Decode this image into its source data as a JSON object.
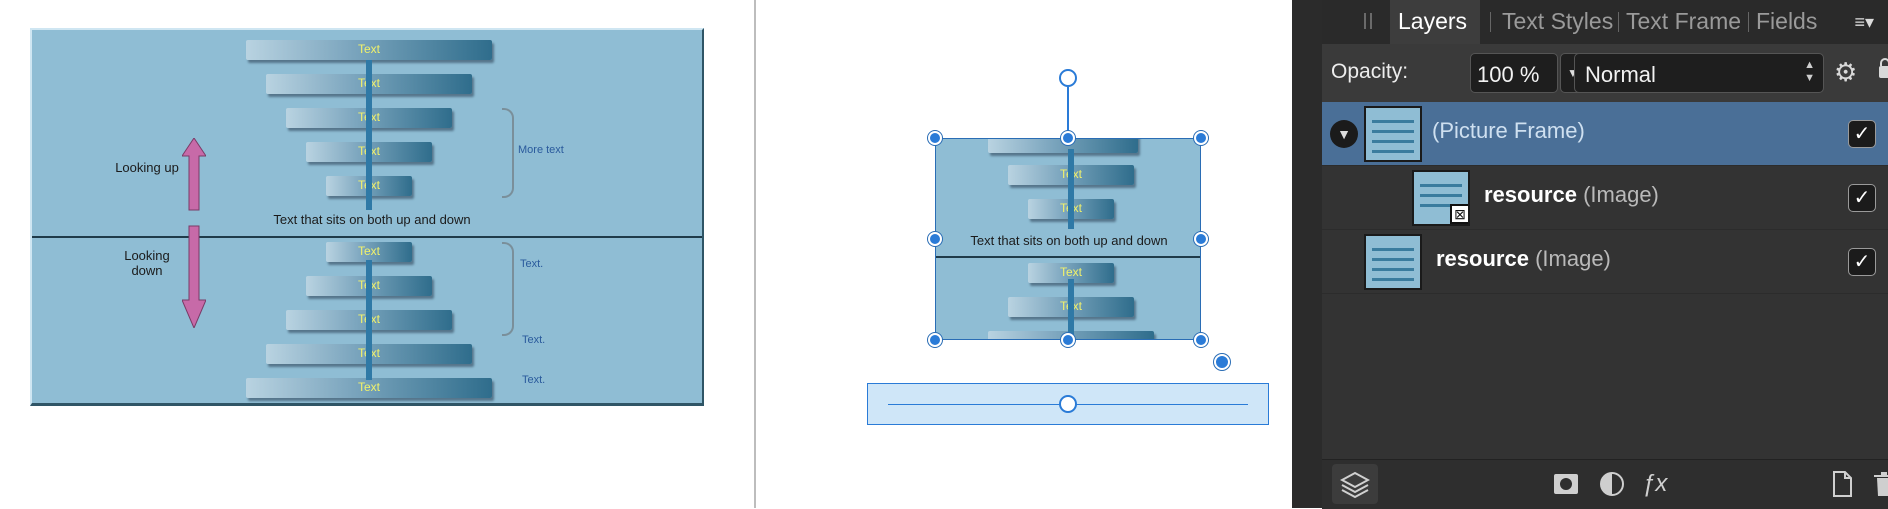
{
  "source_image": {
    "upper_bars": [
      "Text",
      "Text",
      "Text",
      "Text",
      "Text"
    ],
    "lower_bars": [
      "Text",
      "Text",
      "Text",
      "Text",
      "Text"
    ],
    "looking_up": "Looking up",
    "looking_down": "Looking down",
    "center_caption": "Text that sits on both up and down",
    "more_text": "More text",
    "side_notes": [
      "Text.",
      "Text.",
      "Text."
    ]
  },
  "canvas": {
    "frame_bars_top": [
      "Text",
      "Text"
    ],
    "frame_caption": "Text that sits on both up and down",
    "frame_bars_bottom": [
      "Text",
      "Text"
    ],
    "zoom_level": 0.5
  },
  "layers_panel": {
    "tabs": [
      {
        "label": "Layers",
        "active": true
      },
      {
        "label": "Text Styles",
        "active": false
      },
      {
        "label": "Text Frame",
        "active": false
      },
      {
        "label": "Fields",
        "active": false
      }
    ],
    "opacity_label": "Opacity:",
    "opacity_value": "100 %",
    "blend_mode": "Normal",
    "layers": [
      {
        "name": "",
        "type": "(Picture Frame)",
        "selected": true,
        "visible": true,
        "expandable": true
      },
      {
        "name": "resource",
        "type": "(Image)",
        "selected": false,
        "visible": true,
        "indented": true
      },
      {
        "name": "resource",
        "type": "(Image)",
        "selected": false,
        "visible": true
      }
    ],
    "check_glyph": "✓",
    "colors": {
      "selected_row": "#4a6f97",
      "panel_bg": "#333333",
      "accent": "#2a7bd7"
    },
    "icons": {
      "panel_menu": "panel-menu-icon",
      "gear": "gear-icon",
      "lock": "lock-icon",
      "footer": [
        "layers-stack-icon",
        "mask-icon",
        "adjustment-icon",
        "fx-icon",
        "new-layer-icon",
        "trash-icon"
      ]
    }
  }
}
